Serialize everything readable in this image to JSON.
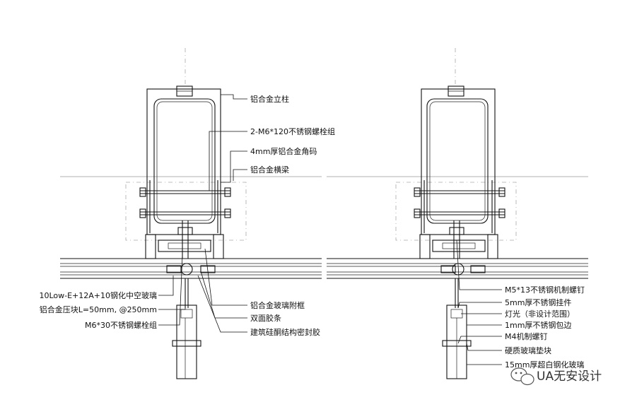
{
  "left_labels": {
    "column": "铝合金立柱",
    "bolt_group": "2-M6*120不锈钢螺栓组",
    "angle_code": "4mm厚铝合金角码",
    "transom": "铝合金横梁",
    "glass_spec": "10Low-E+12A+10钢化中空玻璃",
    "press_block": "铝合金压块L=50mm, @250mm",
    "m6_bolt": "M6*30不锈钢螺栓组",
    "glass_frame": "铝合金玻璃附框",
    "tape": "双面胶条",
    "sealant": "建筑硅酮结构密封胶"
  },
  "right_labels": {
    "machine_screw": "M5*13不锈钢机制螺钉",
    "hanger": "5mm厚不锈钢挂件",
    "light": "灯光（非设计范围）",
    "cladding": "1mm厚不锈钢包边",
    "m4_screw": "M4机制螺钉",
    "pad": "硬质玻璃垫块",
    "fin_glass": "15mm厚超白钢化玻璃"
  },
  "watermark": "UA无安设计"
}
